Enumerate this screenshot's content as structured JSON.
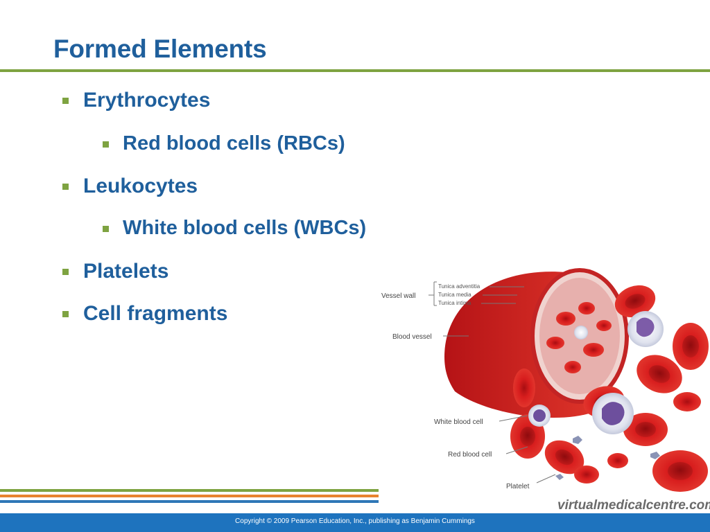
{
  "slide": {
    "title": "Formed Elements",
    "bullets": [
      {
        "level": 1,
        "text": "Erythrocytes"
      },
      {
        "level": 2,
        "text": "Red blood cells (RBCs)"
      },
      {
        "level": 1,
        "text": "Leukocytes"
      },
      {
        "level": 2,
        "text": "White blood cells (WBCs)"
      },
      {
        "level": 1,
        "text": "Platelets"
      },
      {
        "level": 1,
        "text": "Cell fragments"
      }
    ],
    "footer": {
      "copyright": "Copyright © 2009 Pearson Education, Inc., publishing as Benjamin Cummings"
    }
  },
  "illustration": {
    "labels": {
      "vessel_wall": "Vessel wall",
      "tunica_adventitia": "Tunica adventitia",
      "tunica_media": "Tunica media",
      "tunica_intima": "Tunica intima",
      "blood_vessel": "Blood vessel",
      "white_blood_cell": "White blood cell",
      "red_blood_cell": "Red blood cell",
      "platelet": "Platelet"
    },
    "watermark": "virtualmedicalcentre.com"
  },
  "colors": {
    "title_blue": "#1f5f9c",
    "accent_green": "#7ea341",
    "accent_orange": "#e8832e",
    "footer_blue": "#1e73be",
    "rbc_red": "#d81e1e"
  }
}
